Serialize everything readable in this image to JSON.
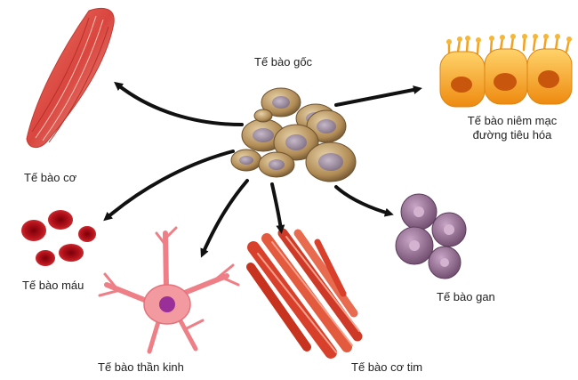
{
  "diagram": {
    "center": {
      "label": "Tế bào gốc",
      "name": "stem-cells"
    },
    "targets": [
      {
        "key": "muscle",
        "label": "Tế bào cơ"
      },
      {
        "key": "blood",
        "label": "Tế bào máu"
      },
      {
        "key": "nerve",
        "label": "Tế bào thần kinh"
      },
      {
        "key": "heart",
        "label": "Tế bào cơ tim"
      },
      {
        "key": "liver",
        "label": "Tế bào gan"
      },
      {
        "key": "epithelium",
        "label_lines": [
          "Tế bào niêm mạc",
          "đường tiêu hóa"
        ]
      }
    ]
  },
  "colors": {
    "stem_cell": "#b08b55",
    "stem_nucleus": "#8e7c8c",
    "muscle": "#d9463f",
    "blood": "#c3151c",
    "nerve": "#f08a8f",
    "nerve_nucleus": "#9a2f9a",
    "heart_muscle": "#d8402c",
    "liver": "#8f6a8c",
    "epithelium": "#f3a11f",
    "arrow": "#111111"
  }
}
